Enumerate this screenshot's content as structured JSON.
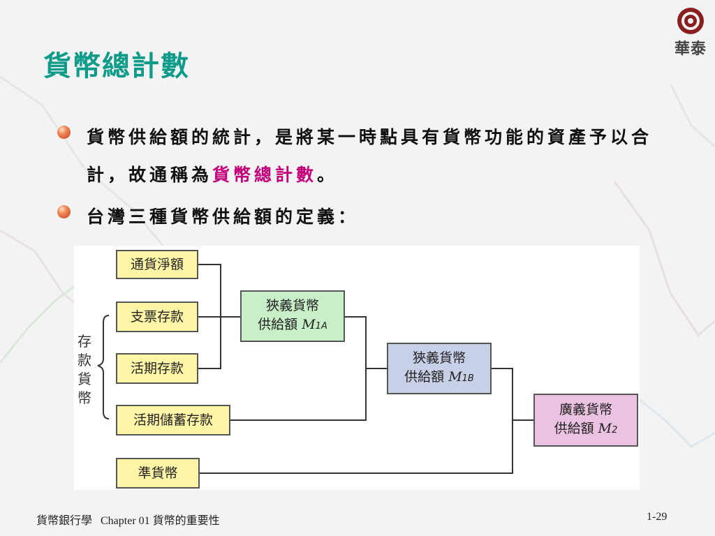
{
  "slide": {
    "title": "貨幣總計數",
    "bullets": [
      {
        "pre": "貨幣供給額的統計，是將某一時點具有貨幣功能的資產予以合計，故通稱為",
        "highlight": "貨幣總計數",
        "post": "。"
      },
      {
        "pre": "台灣三種貨幣供給額的定義：",
        "highlight": "",
        "post": ""
      }
    ]
  },
  "logo": {
    "text": "華泰"
  },
  "diagram": {
    "side_label": "存款貨幣",
    "boxes": {
      "currency": "通貨淨額",
      "checking": "支票存款",
      "demand": "活期存款",
      "savings": "活期儲蓄存款",
      "quasi": "準貨幣",
      "m1a_label": "狹義貨幣",
      "m1a_line2": "供給額",
      "m1a_symbol": "M",
      "m1a_sub": "1A",
      "m1b_label": "狹義貨幣",
      "m1b_line2": "供給額",
      "m1b_symbol": "M",
      "m1b_sub": "1B",
      "m2_label": "廣義貨幣",
      "m2_line2": "供給額",
      "m2_symbol": "M",
      "m2_sub": "2"
    }
  },
  "footer": {
    "left": "貨幣銀行學   Chapter 01 貨幣的重要性",
    "right": "1-29"
  },
  "colors": {
    "title": "#0e9b8a",
    "highlight": "#c4007a",
    "box_yellow": "#fff5a6",
    "box_green": "#c9efc8",
    "box_blue": "#c8d0e8",
    "box_pink": "#ecc2e2"
  }
}
